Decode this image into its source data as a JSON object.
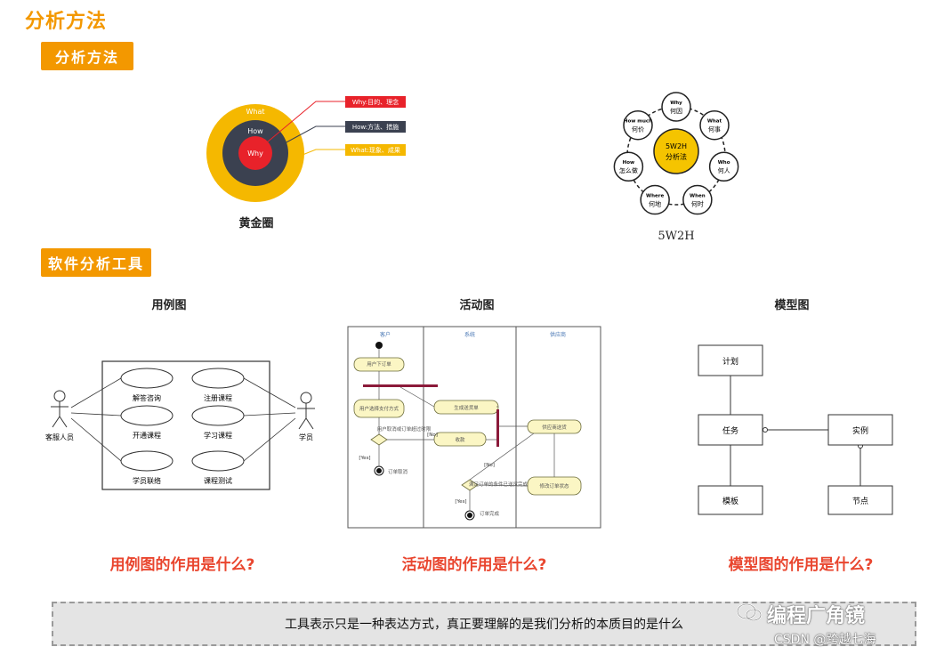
{
  "page_title": "分析方法",
  "section1_tag": "分析方法",
  "section2_tag": "软件分析工具",
  "golden_circle": {
    "caption": "黄金圈",
    "outer": "What",
    "middle": "How",
    "inner": "Why",
    "labels": [
      "Why:目的、理念",
      "How:方法、措施",
      "What:现象、成果"
    ],
    "colors": {
      "outer": "#f5b800",
      "middle": "#3b4150",
      "inner": "#e8222a"
    }
  },
  "w5h2": {
    "caption": "5W2H",
    "center_top": "5W2H",
    "center_bottom": "分析法",
    "nodes": [
      {
        "en": "Why",
        "cn": "何因"
      },
      {
        "en": "What",
        "cn": "何事"
      },
      {
        "en": "Who",
        "cn": "何人"
      },
      {
        "en": "When",
        "cn": "何时"
      },
      {
        "en": "Where",
        "cn": "何地"
      },
      {
        "en": "How",
        "cn": "怎么做"
      },
      {
        "en": "How much",
        "cn": "何价"
      }
    ]
  },
  "use_case": {
    "caption": "用例图",
    "actor_left": "客服人员",
    "actor_right": "学员",
    "cases": [
      "解答咨询",
      "注册课程",
      "开通课程",
      "学习课程",
      "学员联络",
      "课程测试"
    ],
    "question": "用例图的作用是什么?"
  },
  "activity": {
    "caption": "活动图",
    "lanes": [
      "客户",
      "系统",
      "供应商"
    ],
    "nodes": [
      "用户下订单",
      "用户选择支付方式",
      "用户取消或订单超过时限",
      "生成送货单",
      "收款",
      "供应商送货",
      "满足订单的条件已送货完成",
      "修改订单状态",
      "订单取消",
      "订单完成"
    ],
    "guards": [
      "[Yes]",
      "[No]",
      "[No]",
      "[Yes]"
    ],
    "question": "活动图的作用是什么?"
  },
  "model": {
    "caption": "模型图",
    "boxes": [
      "计划",
      "任务",
      "实例",
      "模板",
      "节点"
    ],
    "question": "模型图的作用是什么?"
  },
  "bottom_note": "工具表示只是一种表达方式，真正要理解的是我们分析的本质目的是什么",
  "watermark": {
    "line1": "编程广角镜",
    "line2": "CSDN @跨越七海"
  }
}
